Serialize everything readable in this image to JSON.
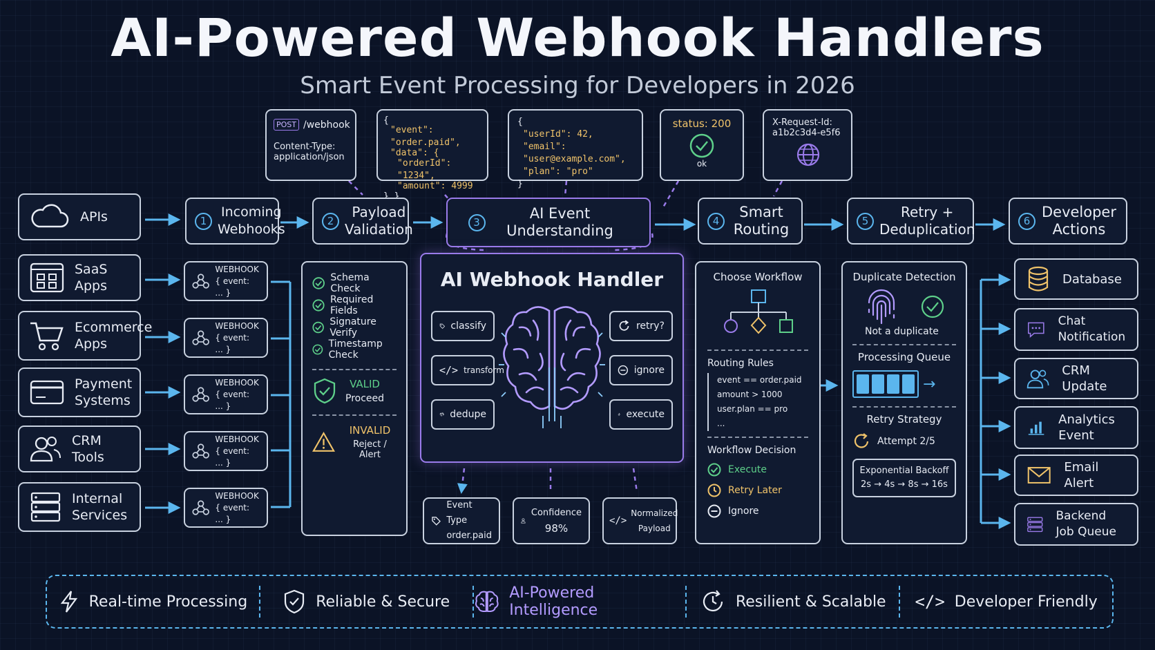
{
  "title": "AI-Powered Webhook Handlers",
  "subtitle": "Smart Event Processing for Developers in 2026",
  "top_cards": {
    "request": {
      "method": "POST",
      "path": "/webhook",
      "header_key": "Content-Type:",
      "header_val": "application/json"
    },
    "order_json": {
      "l1": "{",
      "l2": "\"event\": \"order.paid\",",
      "l3": "\"data\": {",
      "l4": "\"orderId\": \"1234\",",
      "l5": "\"amount\": 4999",
      "l6": "} }"
    },
    "user_json": {
      "l1": "{",
      "l2": "\"userId\": 42,",
      "l3": "\"email\": \"user@example.com\",",
      "l4": "\"plan\": \"pro\"",
      "l5": "}"
    },
    "status": {
      "label": "status: 200",
      "ok": "ok"
    },
    "request_id": {
      "l1": "X-Request-Id:",
      "l2": "a1b2c3d4-e5f6"
    }
  },
  "sources": [
    {
      "label": "APIs",
      "icon": "cloud-icon"
    },
    {
      "label": "SaaS Apps",
      "icon": "app-grid-icon"
    },
    {
      "label": "Ecommerce Apps",
      "icon": "cart-icon"
    },
    {
      "label": "Payment Systems",
      "icon": "card-icon"
    },
    {
      "label": "CRM Tools",
      "icon": "users-icon"
    },
    {
      "label": "Internal Services",
      "icon": "server-icon"
    }
  ],
  "stages": [
    {
      "num": "1",
      "label": "Incoming Webhooks"
    },
    {
      "num": "2",
      "label": "Payload Validation"
    },
    {
      "num": "3",
      "label": "AI Event Understanding"
    },
    {
      "num": "4",
      "label": "Smart Routing"
    },
    {
      "num": "5",
      "label": "Retry + Deduplication"
    },
    {
      "num": "6",
      "label": "Developer Actions"
    }
  ],
  "webhook_card": {
    "title": "WEBHOOK",
    "body": "{ event: ... }"
  },
  "validation": {
    "checks": [
      "Schema Check",
      "Required Fields",
      "Signature Verify",
      "Timestamp Check"
    ],
    "valid_label": "VALID",
    "valid_sub": "Proceed",
    "invalid_label": "INVALID",
    "invalid_sub": "Reject / Alert"
  },
  "handler": {
    "title": "AI Webhook Handler",
    "left_actions": [
      "classify",
      "transform",
      "dedupe"
    ],
    "right_actions": [
      "retry?",
      "ignore",
      "execute"
    ],
    "outputs": [
      {
        "l1": "Event Type",
        "l2": "order.paid"
      },
      {
        "l1": "Confidence",
        "l2": "98%"
      },
      {
        "l1": "Normalized",
        "l2": "Payload"
      }
    ]
  },
  "routing": {
    "choose": "Choose Workflow",
    "rules_title": "Routing Rules",
    "rules": [
      "event == order.paid",
      "amount > 1000",
      "user.plan == pro",
      "..."
    ],
    "decision_title": "Workflow Decision",
    "decisions": [
      "Execute",
      "Retry Later",
      "Ignore"
    ]
  },
  "retry": {
    "dup_title": "Duplicate Detection",
    "dup_sub": "Not a duplicate",
    "queue_title": "Processing Queue",
    "strategy_title": "Retry Strategy",
    "attempt": "Attempt 2/5",
    "backoff_title": "Exponential Backoff",
    "backoff_steps": "2s → 4s → 8s → 16s"
  },
  "actions": [
    {
      "label": "Database",
      "icon": "database-icon"
    },
    {
      "label": "Chat Notification",
      "icon": "chat-icon"
    },
    {
      "label": "CRM Update",
      "icon": "users-icon"
    },
    {
      "label": "Analytics Event",
      "icon": "bar-chart-icon"
    },
    {
      "label": "Email Alert",
      "icon": "envelope-icon"
    },
    {
      "label": "Backend Job Queue",
      "icon": "server-icon"
    }
  ],
  "footer": [
    "Real-time Processing",
    "Reliable & Secure",
    "AI-Powered Intelligence",
    "Resilient & Scalable",
    "Developer Friendly"
  ],
  "colors": {
    "blue": "#5bb6ee",
    "purple": "#9a7bea",
    "green": "#5ed08a",
    "yellow": "#f0c36a",
    "bg": "#0b1326"
  }
}
